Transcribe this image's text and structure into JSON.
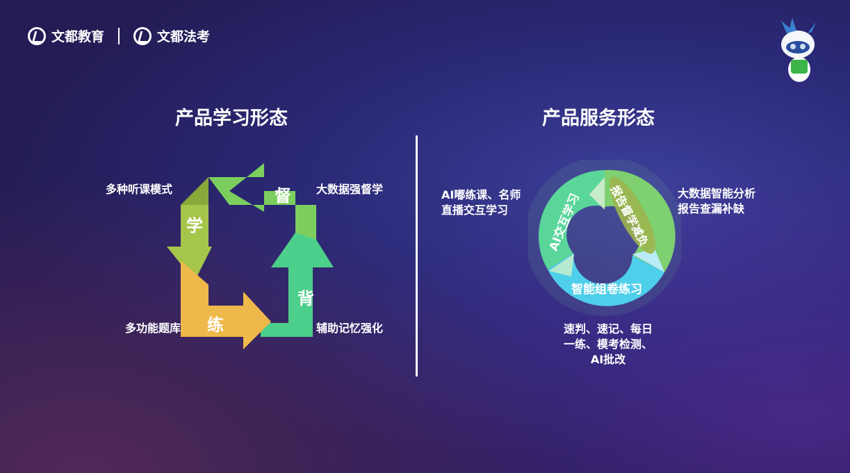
{
  "header": {
    "logo_1": "文都教育",
    "logo_2": "文都法考"
  },
  "left": {
    "title": "产品学习形态",
    "steps": [
      {
        "char": "学",
        "label": "多种听课模式",
        "color": "#a5c64a"
      },
      {
        "char": "督",
        "label": "大数据强督学",
        "color": "#7ccf5e"
      },
      {
        "char": "背",
        "label": "辅助记忆强化",
        "color": "#4ccf8a"
      },
      {
        "char": "练",
        "label": "多功能题库",
        "color": "#efb84a"
      }
    ]
  },
  "right": {
    "title": "产品服务形态",
    "segments": [
      {
        "label": "AI交互学习",
        "color": "#5ad69a",
        "desc": [
          "AI嘟练课、名师",
          "直播交互学习"
        ]
      },
      {
        "label": "报告督学减负",
        "color": "#7ed070",
        "desc": [
          "大数据智能分析",
          "报告查漏补缺"
        ]
      },
      {
        "label": "智能组卷练习",
        "color": "#4fd0ea",
        "desc": [
          "速判、速记、每日",
          "一练、模考检测、",
          "AI批改"
        ]
      }
    ]
  }
}
